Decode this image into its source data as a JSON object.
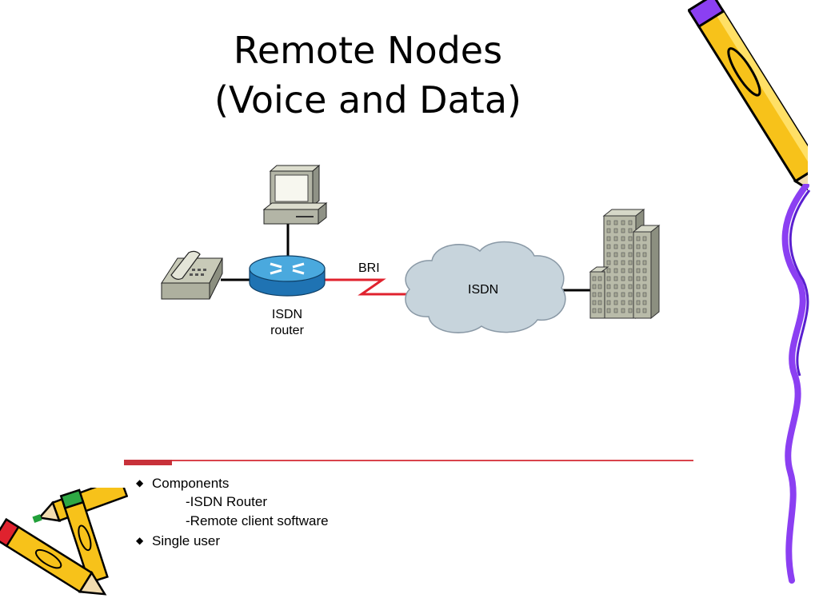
{
  "slide": {
    "title_line1": "Remote Nodes",
    "title_line2": "(Voice and Data)"
  },
  "diagram": {
    "link_label": "BRI",
    "cloud_label": "ISDN",
    "router_label_line1": "ISDN",
    "router_label_line2": "router",
    "nodes": [
      "computer",
      "telephone",
      "isdn-router",
      "isdn-cloud",
      "office-building"
    ]
  },
  "bullets": {
    "items": [
      {
        "text": "Components",
        "subitems": [
          "-ISDN Router",
          "-Remote client software"
        ]
      },
      {
        "text": "Single user"
      }
    ]
  },
  "colors": {
    "accent_red": "#d9434b",
    "router_blue": "#3a9fd6",
    "cloud_fill": "#c7d4dc",
    "pencil_yellow": "#f7c21a",
    "squiggle_purple": "#8b3ff2"
  }
}
